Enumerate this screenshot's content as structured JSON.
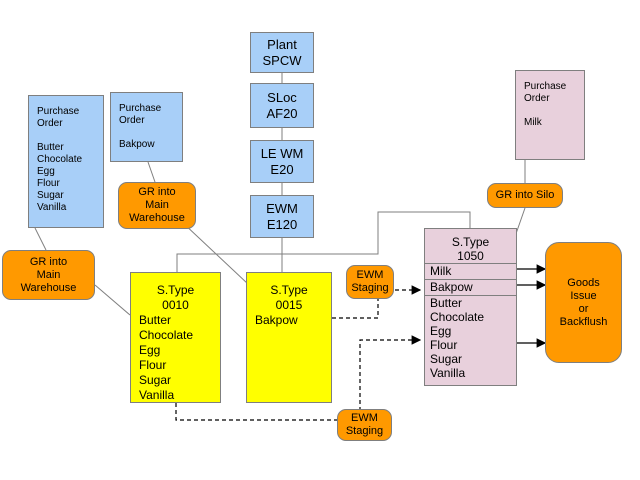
{
  "plant_stack": [
    {
      "line1": "Plant",
      "line2": "SPCW"
    },
    {
      "line1": "SLoc",
      "line2": "AF20"
    },
    {
      "line1": "LE WM",
      "line2": "E20"
    },
    {
      "line1": "EWM",
      "line2": "E120"
    }
  ],
  "po_left": {
    "title1": "Purchase",
    "title2": "Order",
    "items": [
      "Butter",
      "Chocolate",
      "Egg",
      "Flour",
      "Sugar",
      "Vanilla"
    ]
  },
  "po_mid": {
    "title1": "Purchase",
    "title2": "Order",
    "items": [
      "Bakpow"
    ]
  },
  "po_right": {
    "title1": "Purchase",
    "title2": "Order",
    "items": [
      "Milk"
    ]
  },
  "labels": {
    "gr_main_left": [
      "GR into",
      "Main",
      "Warehouse"
    ],
    "gr_main_mid": [
      "GR into",
      "Main",
      "Warehouse"
    ],
    "gr_silo": "GR into Silo",
    "ewm_staging_top": [
      "EWM",
      "Staging"
    ],
    "ewm_staging_bottom": [
      "EWM",
      "Staging"
    ],
    "goods_issue": [
      "Goods",
      "Issue",
      "or",
      "Backflush"
    ]
  },
  "stype_0010": {
    "line1": "S.Type",
    "line2": "0010",
    "items": [
      "Butter",
      "Chocolate",
      "Egg",
      "Flour",
      "Sugar",
      "Vanilla"
    ]
  },
  "stype_0015": {
    "line1": "S.Type",
    "line2": "0015",
    "items": [
      "Bakpow"
    ]
  },
  "stype_1050": {
    "line1": "S.Type",
    "line2": "1050",
    "items": [
      "Milk",
      "Bakpow",
      "Butter",
      "Chocolate",
      "Egg",
      "Flour",
      "Sugar",
      "Vanilla"
    ]
  },
  "colors": {
    "blue": "#a8cff8",
    "pink": "#e8d0dc",
    "yellow": "#ffff00",
    "orange": "#ff9900"
  }
}
